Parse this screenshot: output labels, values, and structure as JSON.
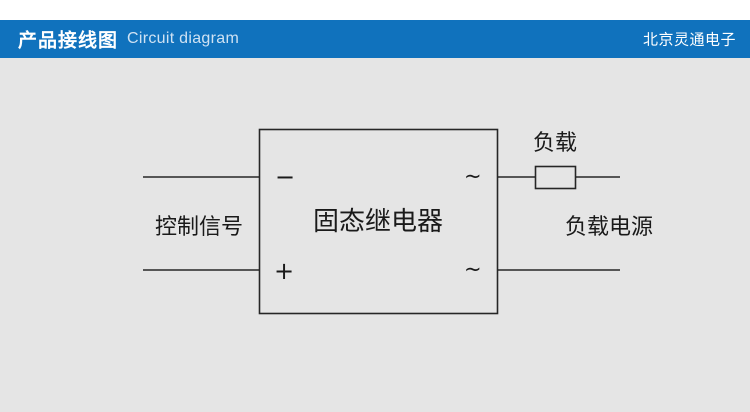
{
  "header": {
    "title_cn": "产品接线图",
    "title_en": "Circuit diagram",
    "brand": "北京灵通电子",
    "bar_color": "#1072bd",
    "title_color": "#ffffff",
    "subtitle_color": "#cfe2f3"
  },
  "canvas": {
    "background": "#e5e5e5",
    "line_color": "#262626"
  },
  "diagram": {
    "relay_box": {
      "label": "固态继电器",
      "terminal_minus": "−",
      "terminal_plus": "+",
      "terminal_ac_top": "~",
      "terminal_ac_bottom": "~"
    },
    "labels": {
      "control_signal": "控制信号",
      "load": "负载",
      "load_power": "负载电源"
    }
  }
}
